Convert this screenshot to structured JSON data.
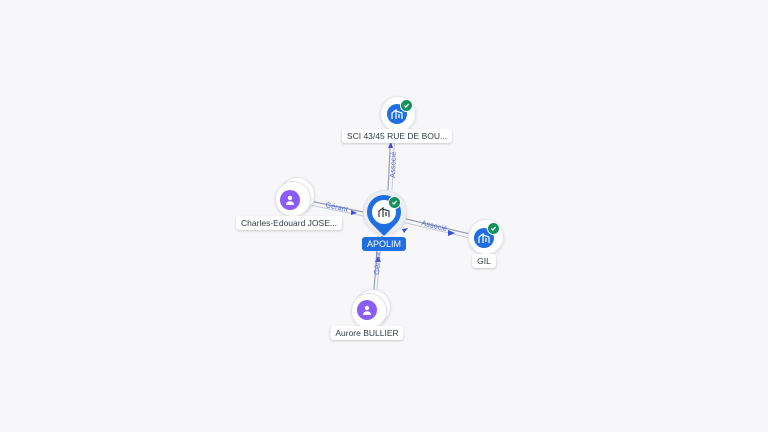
{
  "nodes": {
    "center": {
      "label": "APOLIM",
      "icon": "building-icon",
      "verified": true
    },
    "sci": {
      "label": "SCI 43/45 RUE DE BOU...",
      "icon": "building-icon",
      "verified": true
    },
    "gil": {
      "label": "GIL",
      "icon": "building-icon",
      "verified": true
    },
    "charles": {
      "label": "Charles-Edouard JOSE...",
      "icon": "person-icon"
    },
    "aurore": {
      "label": "Aurore BULLIER",
      "icon": "person-icon"
    }
  },
  "edges": {
    "sci": "Associé",
    "gil": "Associé",
    "charles": "Gérant",
    "aurore": "Gérant"
  },
  "colors": {
    "company": "#1f6fe0",
    "person": "#8b5cf6",
    "verified": "#14915a",
    "edge_label": "#5b6bd6"
  }
}
